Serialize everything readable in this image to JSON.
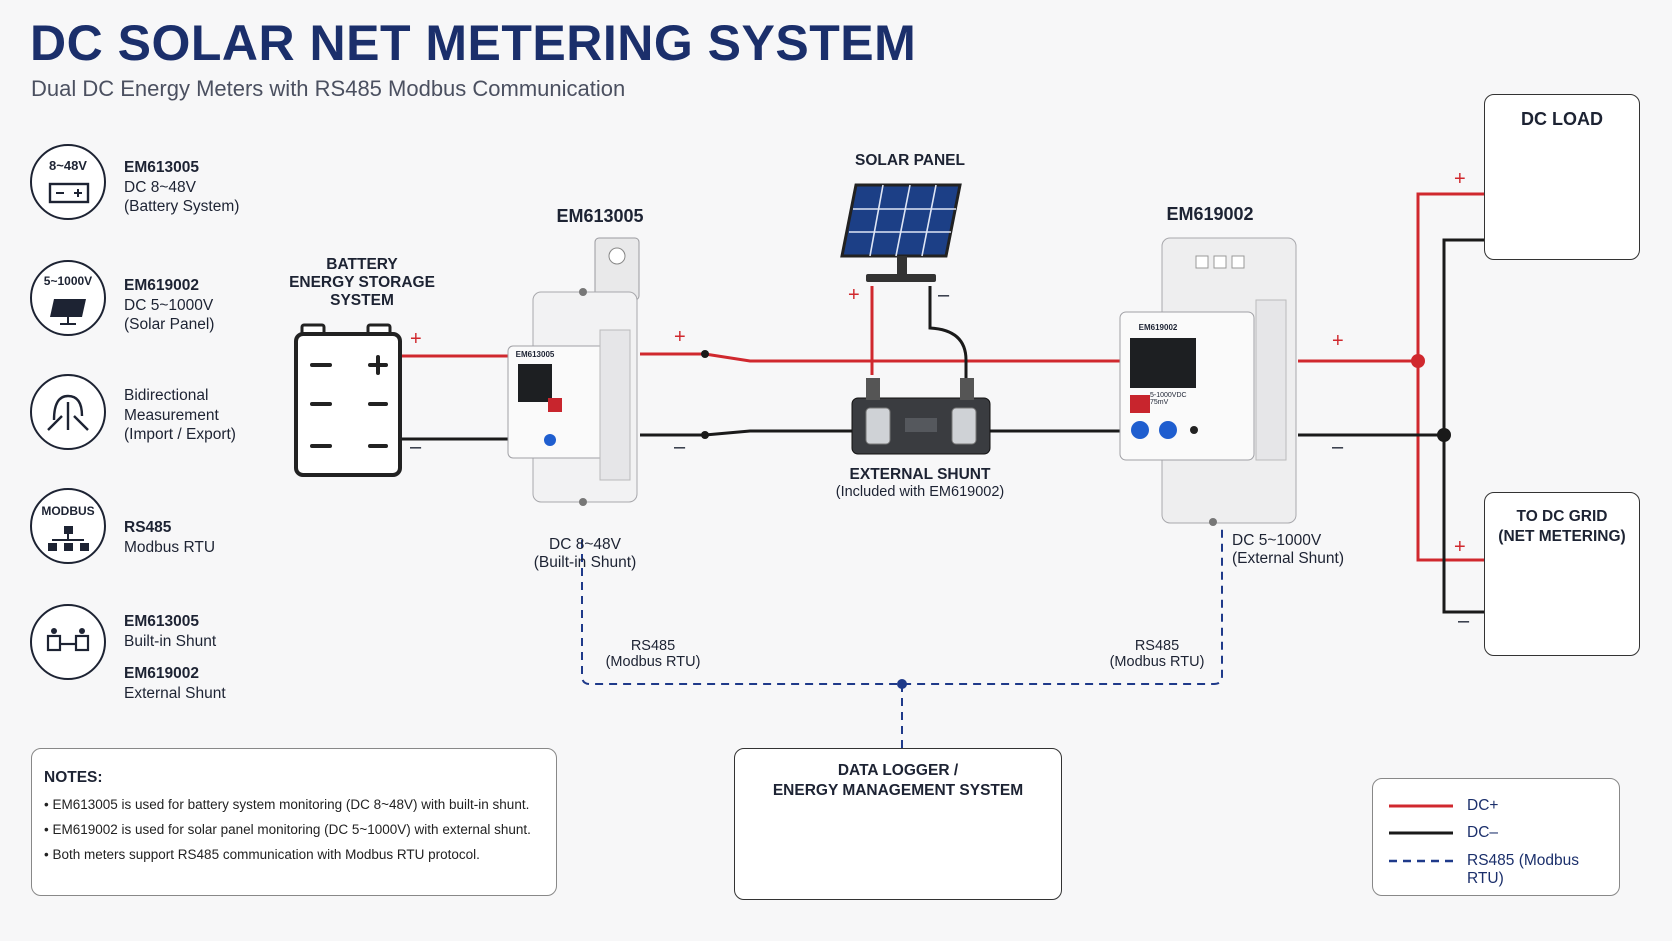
{
  "header": {
    "title": "DC SOLAR NET METERING SYSTEM",
    "subtitle": "Dual DC Energy Meters with RS485 Modbus Communication"
  },
  "features": [
    {
      "icon": "battery-voltage-icon",
      "badge": "8~48V",
      "lines": [
        "EM613005",
        "DC 8~48V",
        "(Battery System)"
      ]
    },
    {
      "icon": "solar-panel-voltage-icon",
      "badge": "5~1000V",
      "lines": [
        "EM619002",
        "DC 5~1000V",
        "(Solar Panel)"
      ]
    },
    {
      "icon": "bidirectional-wave-icon",
      "badge": "",
      "lines": [
        "Bidirectional",
        "Measurement",
        "(Import / Export)"
      ]
    },
    {
      "icon": "modbus-network-icon",
      "badge": "MODBUS",
      "lines": [
        "RS485",
        "Modbus RTU"
      ]
    },
    {
      "icon": "shunt-icon",
      "badge": "",
      "lines": [
        "EM613005",
        "Built-in Shunt",
        "EM619002",
        "External Shunt"
      ]
    }
  ],
  "diagram": {
    "battery_label": [
      "BATTERY",
      "ENERGY STORAGE SYSTEM"
    ],
    "meter1_title": "EM613005",
    "meter1_screen_label": "EM613005",
    "meter1_caption": [
      "DC 8~48V",
      "(Built-in Shunt)"
    ],
    "solar_label": "SOLAR PANEL",
    "shunt_label": [
      "EXTERNAL SHUNT",
      "(Included with EM619002)"
    ],
    "meter2_title": "EM619002",
    "meter2_screen_label": "EM619002",
    "meter2_spec": [
      "5-1000VDC",
      "75mV"
    ],
    "meter2_caption": [
      "DC 5~1000V",
      "(External Shunt)"
    ],
    "rs485_left": [
      "RS485",
      "(Modbus RTU)"
    ],
    "rs485_right": [
      "RS485",
      "(Modbus RTU)"
    ],
    "plus": "+",
    "minus": "–",
    "load_label": "DC LOAD",
    "grid_label": [
      "TO DC GRID",
      "(NET METERING)"
    ],
    "logger_label": [
      "DATA LOGGER /",
      "ENERGY MANAGEMENT SYSTEM"
    ]
  },
  "notes": {
    "title": "NOTES:",
    "items": [
      "EM613005 is used for battery system monitoring (DC 8~48V) with built-in shunt.",
      "EM619002 is used for solar panel monitoring (DC 5~1000V) with external shunt.",
      "Both meters support RS485 communication with Modbus RTU protocol."
    ]
  },
  "legend": [
    {
      "label": "DC+",
      "color": "#d0282e",
      "style": "solid"
    },
    {
      "label": "DC–",
      "color": "#1a1a1a",
      "style": "solid"
    },
    {
      "label": "RS485 (Modbus RTU)",
      "color": "#1f3a8a",
      "style": "dashed"
    }
  ],
  "colors": {
    "dc_plus": "#d0282e",
    "dc_minus": "#1a1a1a",
    "rs485": "#1f3a8a",
    "title": "#1b2f6b"
  }
}
